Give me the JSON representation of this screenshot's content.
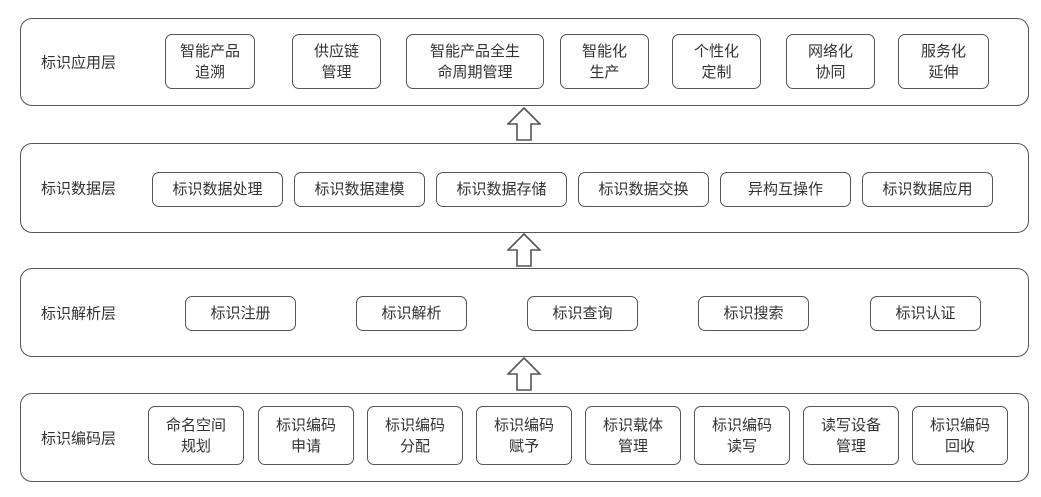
{
  "layers": [
    {
      "label": "标识应用层",
      "items": [
        "智能产品\n追溯",
        "供应链\n管理",
        "智能产品全生\n命周期管理",
        "智能化\n生产",
        "个性化\n定制",
        "网络化\n协同",
        "服务化\n延伸"
      ]
    },
    {
      "label": "标识数据层",
      "items": [
        "标识数据处理",
        "标识数据建模",
        "标识数据存储",
        "标识数据交换",
        "异构互操作",
        "标识数据应用"
      ]
    },
    {
      "label": "标识解析层",
      "items": [
        "标识注册",
        "标识解析",
        "标识查询",
        "标识搜索",
        "标识认证"
      ]
    },
    {
      "label": "标识编码层",
      "items": [
        "命名空间\n规划",
        "标识编码\n申请",
        "标识编码\n分配",
        "标识编码\n赋予",
        "标识载体\n管理",
        "标识编码\n读写",
        "读写设备\n管理",
        "标识编码\n回收"
      ]
    }
  ],
  "arrows": [
    "up-arrow",
    "up-arrow",
    "up-arrow"
  ]
}
